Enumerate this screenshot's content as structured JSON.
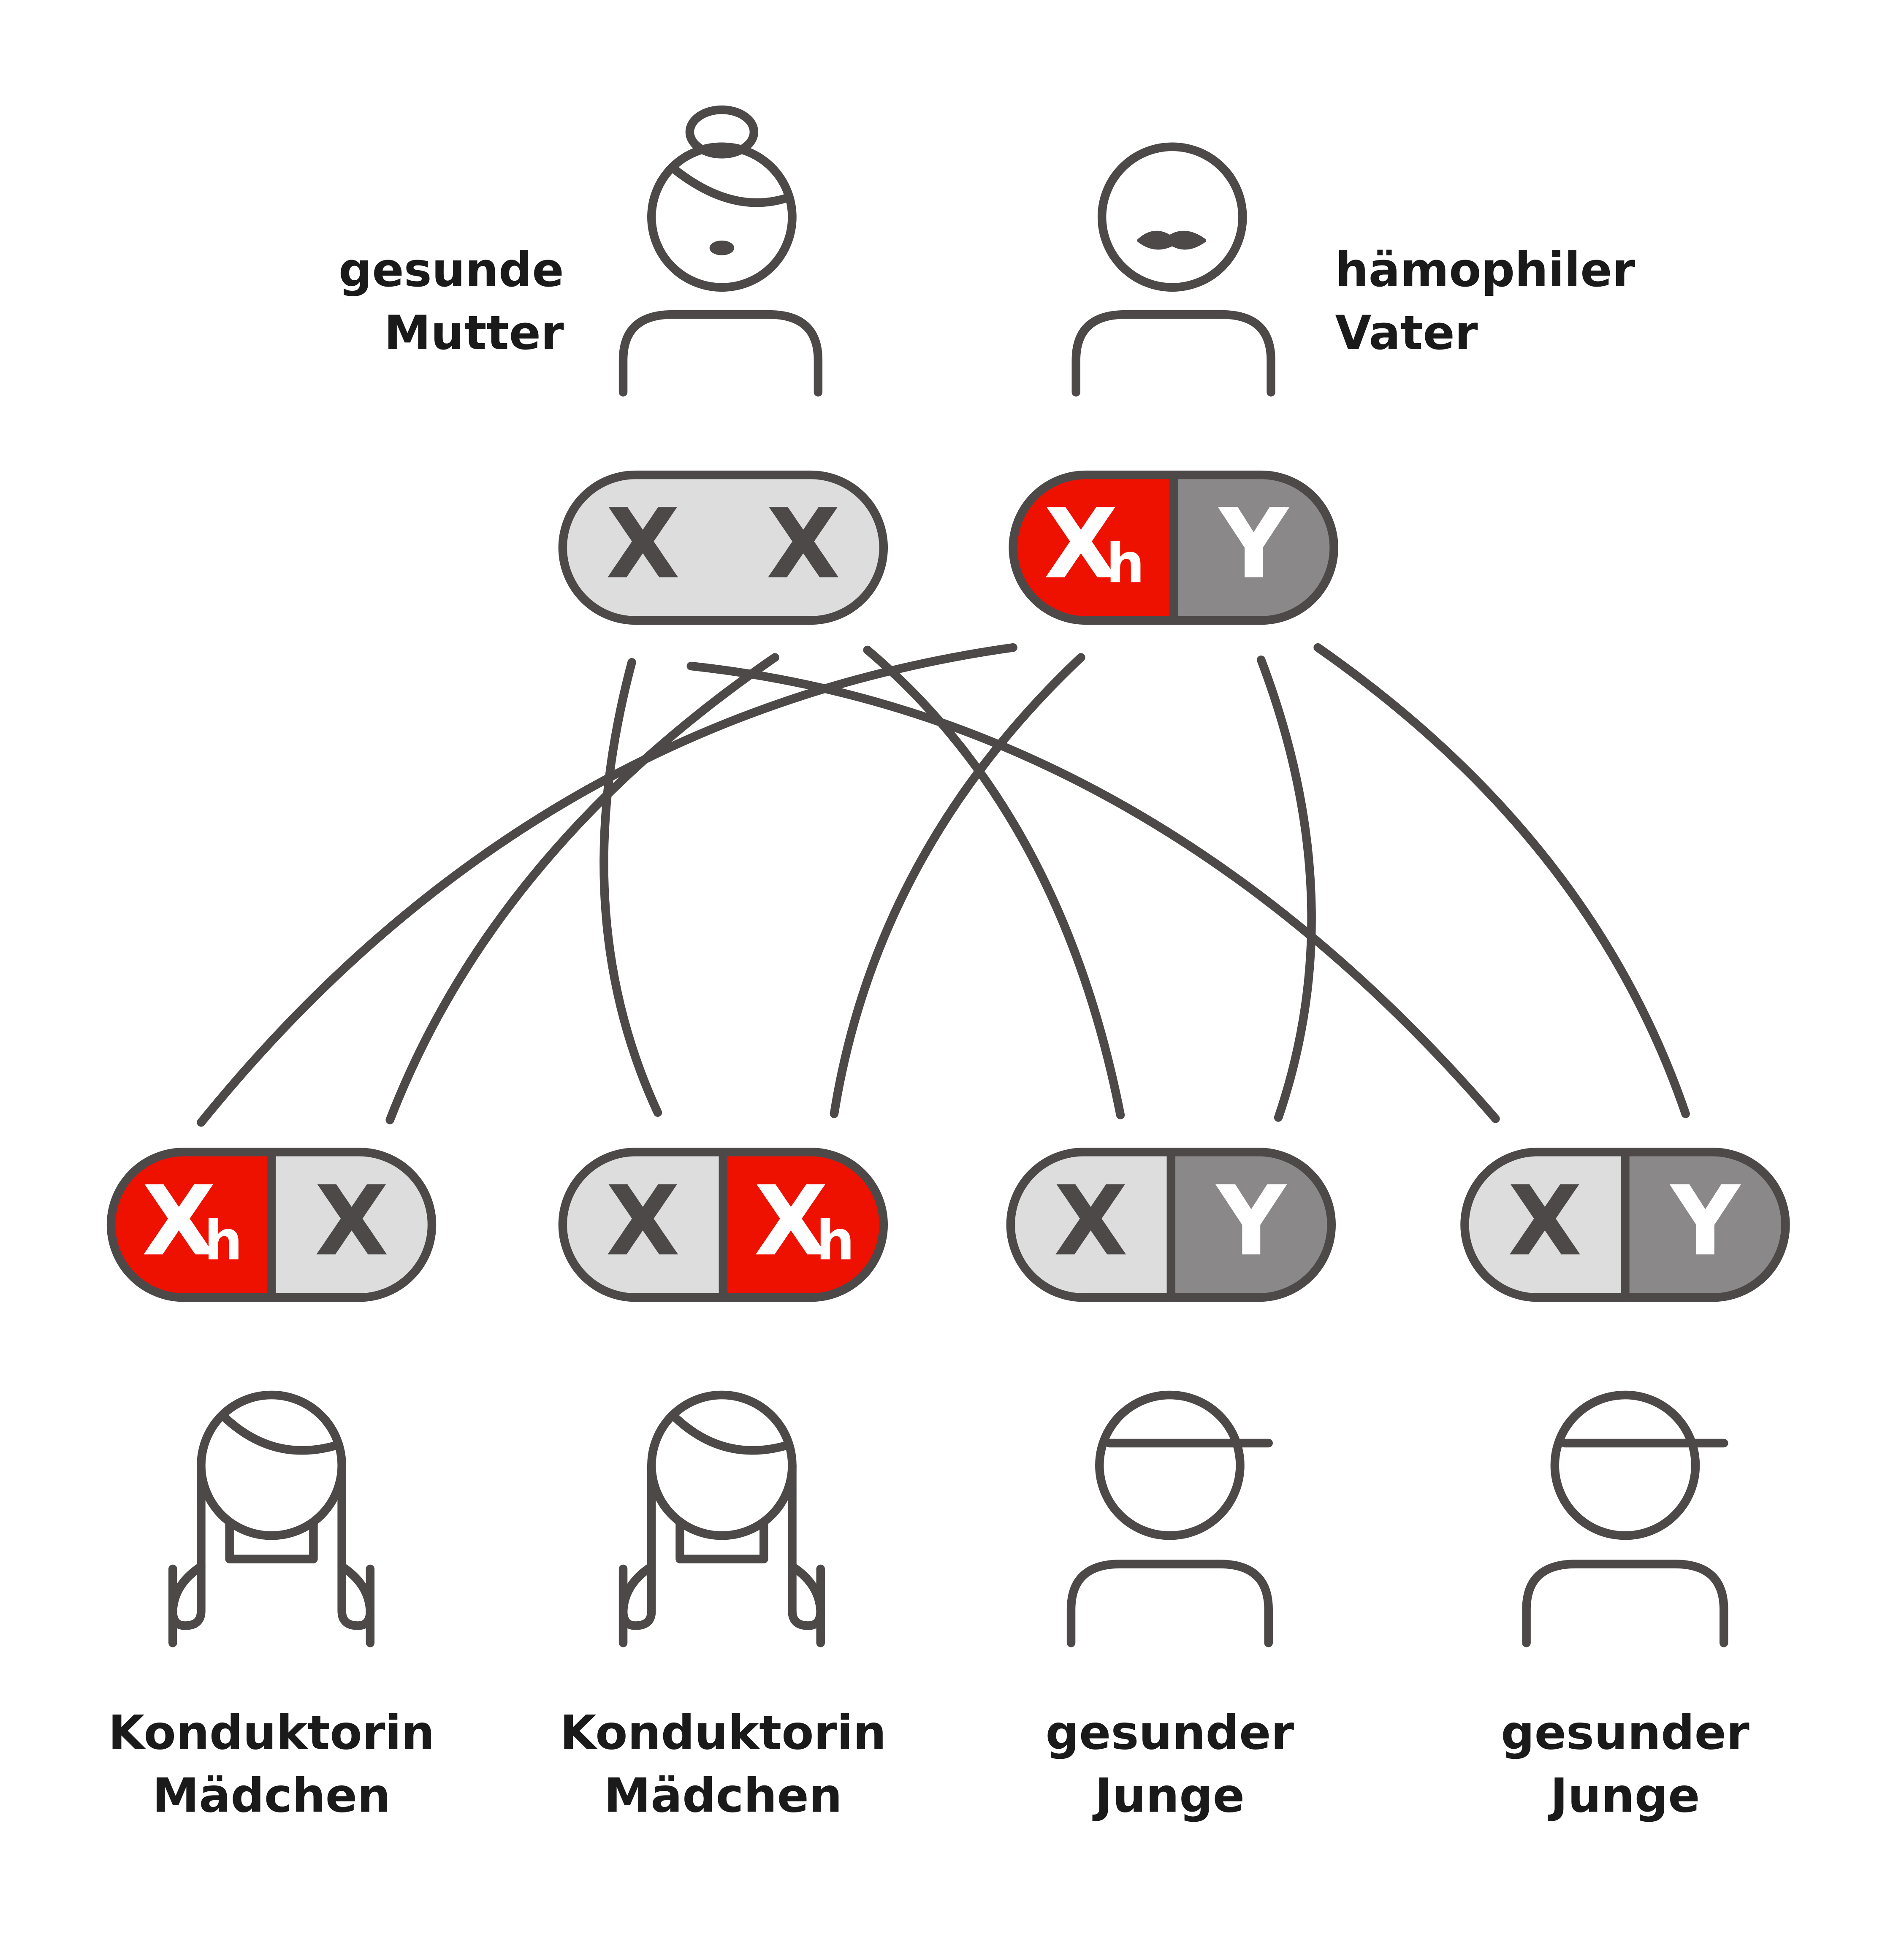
{
  "colors": {
    "stroke": "#4d4949",
    "normal_x_fill": "#dddddd",
    "y_fill": "#8a8888",
    "hemophilia_fill": "#ee1100",
    "dark_letter": "#4d4949",
    "light_letter": "#ffffff"
  },
  "parents": {
    "mother": {
      "line1": "gesunde",
      "line2": "Mutter",
      "icon": "woman-with-bun-icon"
    },
    "father": {
      "line1": "hämophiler",
      "line2": "Vater",
      "icon": "man-with-mustache-icon"
    }
  },
  "genotypes": {
    "mother": {
      "left": {
        "letter": "X",
        "sub": ""
      },
      "right": {
        "letter": "X",
        "sub": ""
      }
    },
    "father": {
      "left": {
        "letter": "X",
        "sub": "h"
      },
      "right": {
        "letter": "Y",
        "sub": ""
      }
    }
  },
  "children": [
    {
      "line1": "Konduktorin",
      "line2": "Mädchen",
      "icon": "girl-icon",
      "left": {
        "letter": "X",
        "sub": "h"
      },
      "right": {
        "letter": "X",
        "sub": ""
      }
    },
    {
      "line1": "Konduktorin",
      "line2": "Mädchen",
      "icon": "girl-icon",
      "left": {
        "letter": "X",
        "sub": ""
      },
      "right": {
        "letter": "X",
        "sub": "h"
      }
    },
    {
      "line1": "gesunder",
      "line2": "Junge",
      "icon": "boy-with-cap-icon",
      "left": {
        "letter": "X",
        "sub": ""
      },
      "right": {
        "letter": "Y",
        "sub": ""
      }
    },
    {
      "line1": "gesunder",
      "line2": "Junge",
      "icon": "boy-with-cap-icon",
      "left": {
        "letter": "X",
        "sub": ""
      },
      "right": {
        "letter": "Y",
        "sub": ""
      }
    }
  ]
}
